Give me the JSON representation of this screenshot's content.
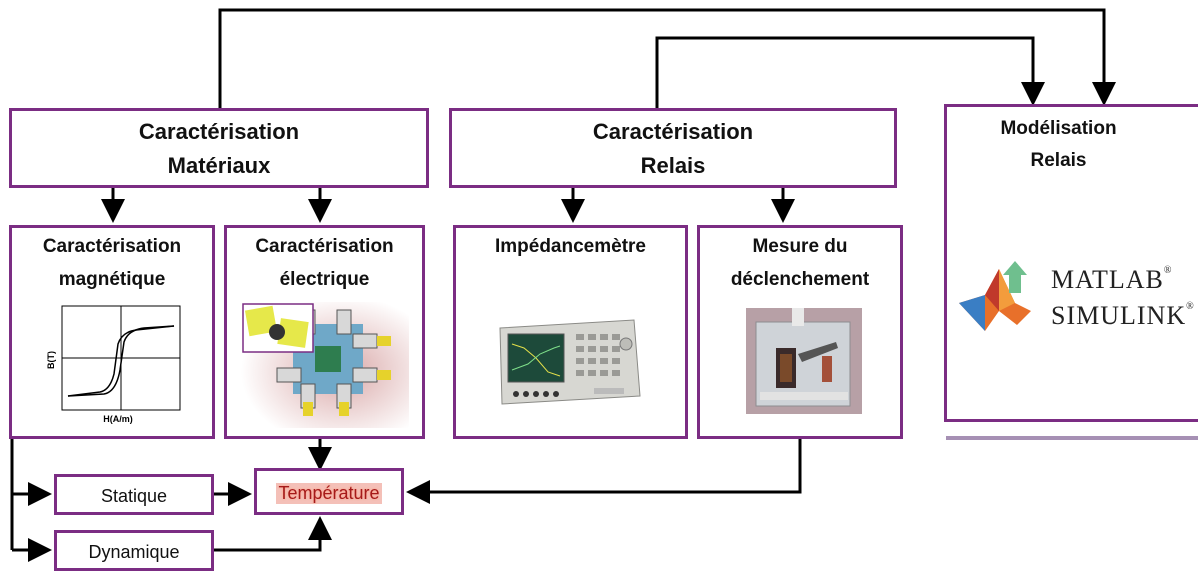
{
  "boxes": {
    "char_materiaux": [
      "Caractérisation",
      "Matériaux"
    ],
    "char_relais": [
      "Caractérisation",
      "Relais"
    ],
    "modelisation": [
      "Modélisation",
      "Relais"
    ],
    "char_magnetique": [
      "Caractérisation",
      "magnétique"
    ],
    "char_electrique": [
      "Caractérisation",
      "électrique"
    ],
    "impedancemetre": "Impédancemètre",
    "mesure": [
      "Mesure du",
      "déclenchement"
    ],
    "statique": "Statique",
    "dynamique": "Dynamique",
    "temperature": "Température"
  },
  "bh_plot": {
    "xlabel": "H(A/m)",
    "ylabel": "B(T)"
  },
  "logo": {
    "line1": "MATLAB",
    "line2": "SIMULINK",
    "reg": "®"
  },
  "colors": {
    "border": "#7b2d83",
    "arrow": "#000000",
    "matlab_orange": "#e8702a",
    "simulink_green": "#6fbf8e"
  }
}
